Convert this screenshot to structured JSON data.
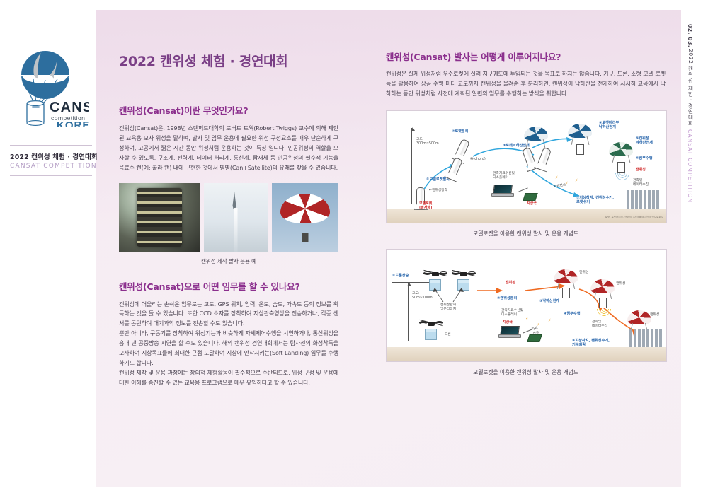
{
  "document": {
    "title": "2022 캔위성 체험 · 경연대회",
    "page_marker": "02. 03.",
    "rail_title": "2022 캔위성 체험 · 경연대회",
    "rail_sub": "CANSAT COMPETITION"
  },
  "sidebar": {
    "logo_name": "cansat-korea-logo",
    "logo_word": "CANSAT",
    "logo_sub": "competition",
    "logo_country": "KOREA",
    "caption_kr": "2022 캔위성 체험 · 경연대회",
    "caption_en": "CANSAT COMPETITION"
  },
  "left_column": {
    "section1": {
      "heading": "캔위성(Cansat)이란 무엇인가요?",
      "body": "캔위성(Cansat)은, 1998년 스탠퍼드대학의 로버트 트웍(Robert Twiggs) 교수에 의해 제안된 교육용 모사 위성을 말하며, 발사 및 임무 운용에 필요한 위성 구성요소를 매우 단순하게 구성하여, 고공에서 짧은 시간 동안 위성처럼 운용하는 것이 특징 입니다. 인공위성의 역할을 모사할 수 있도록, 구조계, 전력계, 데이터 처리계, 통신계, 탑재체 등 인공위성의 필수적 기능을 음료수 캔(예: 콜라 캔) 내에 구현한 것에서 명명(Can+Satellite)의 유래를 찾을 수 있습니다."
    },
    "photos": [
      {
        "name": "cansat-electronics-photo",
        "alt": "캔위성 내부 전자부"
      },
      {
        "name": "rocket-launch-photo",
        "alt": "모델로켓 발사"
      },
      {
        "name": "parachute-descent-photo",
        "alt": "낙하산 전개"
      }
    ],
    "photo_caption": "캔위성 제작 발사 운용 예",
    "section2": {
      "heading": "캔위성(Cansat)으로 어떤 임무를 할 수 있나요?",
      "body_p1": "캔위성에 어울리는 손쉬운 임무로는 고도, GPS 위치, 압력, 온도, 습도, 가속도 등의 정보를 획득하는 것을 들 수 있습니다. 또한 CCD 소자를 장착하여 지상관측영상을 전송하거나, 각종 센서를 동원하여 대기과학 정보를 전송할 수도 있습니다.",
      "body_p2": "뿐만 아니라, 구동기를 장착하여 위성기능과 비슷하게 자세제어수행을 시연하거나, 통신위성을 흉내 낸 공중방송 시연을 할 수도 있습니다. 해외 캔위성 경연대회에서는 탐사선의 화성착륙을 모사하여 지상목표물에 최대한 근접 도달하여 지상에 안착시키는(Soft Landing) 임무를 수행하기도 합니다.",
      "body_p3": "캔위성 제작 및 운용 과정에는 창의적 체험활동이 필수적으로 수반되므로, 위성 구성 및 운용에 대한 이해를 증진할 수 있는 교육용 프로그램으로 매우 유익하다고 할 수 있습니다."
    }
  },
  "right_column": {
    "section": {
      "heading": "캔위성(Cansat) 발사는 어떻게 이루어지나요?",
      "body": "캔위성은 실제 위성처럼 우주로켓에 실려 지구궤도에 투입되는 것을 목표로 하지는 않습니다. 기구, 드론, 소형 모델 로켓 등을 활용하여 상공 수백 미터 고도까지 캔위성을 올려준 후 분리하면, 캔위성이 낙하산을 전개하여 서서히 고공에서 낙하하는 동안 위성처럼 사전에 계획된 일련의 임무를 수행하는 방식을 취합니다."
    },
    "figure1": {
      "name": "rocket-launch-concept-diagram",
      "caption": "모델로켓을 이용한 캔위성 발사 및 운용 개념도",
      "credit": "로켓, 로켓머리부, 캔위성(3개의물체)가낙하산으로회수",
      "altitude_label": "고도:\n300m~500m",
      "steps": [
        {
          "id": "1",
          "text": "①모델로켓발사"
        },
        {
          "id": "2",
          "text": "②로켓분리"
        },
        {
          "id": "3",
          "text": "③로켓낙하산전개"
        },
        {
          "id": "4",
          "text": "④로켓머리부\n낙하산전개"
        },
        {
          "id": "5",
          "text": "⑤캔위성\n낙하산전개"
        },
        {
          "id": "6",
          "text": "⑥임무수행"
        },
        {
          "id": "7",
          "text": "⑦지상착지, 캔위성수거,\n로켓수거"
        }
      ],
      "annotations": [
        "캔위성장착",
        "모델로켓\n(발사체)",
        "줄(chord)",
        "관측자료수신및\n디스플레이",
        "지상국",
        "자료전송",
        "캔위성",
        "관측및\n데이터수집"
      ]
    },
    "figure2": {
      "name": "drone-launch-concept-diagram",
      "caption": "모델로켓을 이용한 캔위성 발사 및 운용 개념도",
      "altitude_label": "고도:\n50m~100m",
      "steps": [
        {
          "id": "1",
          "text": "①드론상승"
        },
        {
          "id": "2",
          "text": "②캔위성분리"
        },
        {
          "id": "3",
          "text": "③낙하산전개"
        },
        {
          "id": "4",
          "text": "④임무수행"
        },
        {
          "id": "5",
          "text": "⑤지상착지, 캔위성수거,\n기구회람"
        }
      ],
      "annotations": [
        "캔위성탑재\n및분리장치",
        "드론",
        "캔위성",
        "관측자료수신및\n디스플레이",
        "지상국",
        "자료\n전송",
        "관측및\n데이터수집"
      ]
    }
  },
  "colors": {
    "panel_bg": "#f4e8f0",
    "title_purple": "#7a3f86",
    "heading_magenta": "#8b2f8d",
    "body_text": "#4b4452",
    "logo_blue": "#2d6e9e",
    "label_blue": "#1f5fa8",
    "label_red": "#d02a2a",
    "rail_lavender": "#c39ad0"
  }
}
